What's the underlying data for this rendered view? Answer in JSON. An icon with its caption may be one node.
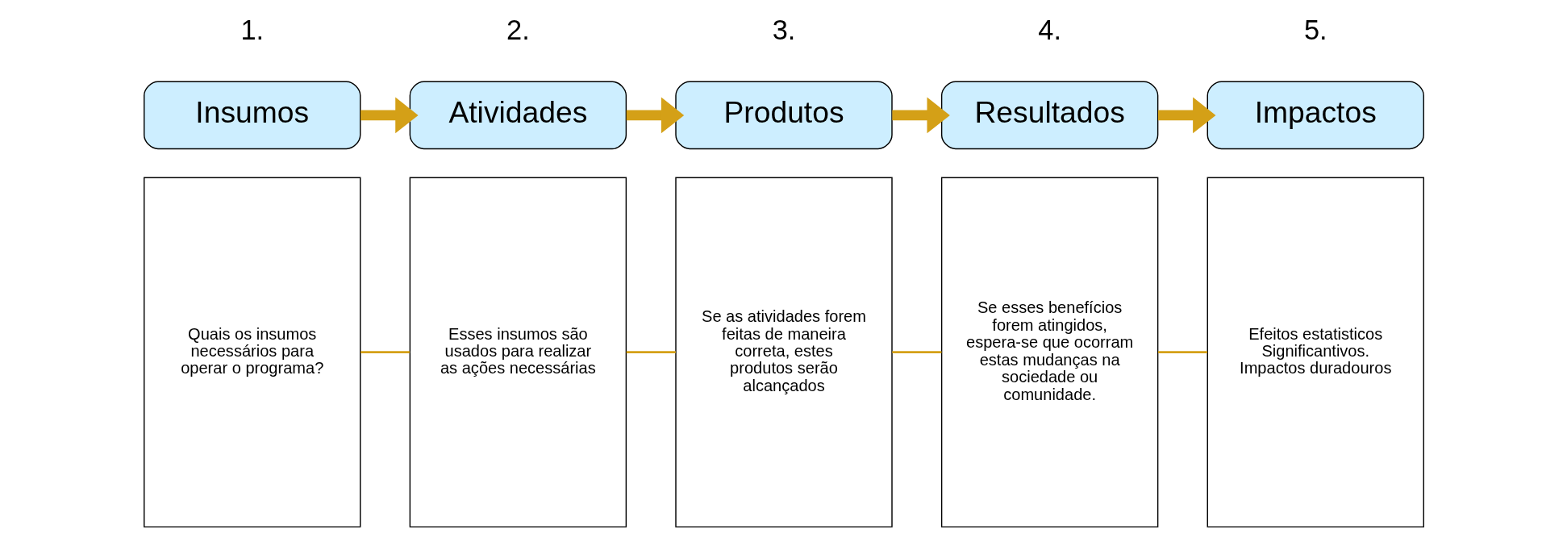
{
  "diagram": {
    "nodes": [
      {
        "text": [
          "Insumos"
        ]
      },
      {
        "text": [
          "Atividades"
        ]
      },
      {
        "text": [
          "Produtos"
        ]
      },
      {
        "text": [
          "Resultados"
        ]
      },
      {
        "text": [
          "Impactos"
        ]
      },
      {
        "text": [
          "Quais os insumos necessários para operar o programa?"
        ]
      },
      {
        "text": [
          "Esses insumos são usados para realizar as ações necessárias"
        ]
      },
      {
        "text": [
          "Se as atividades forem feitas de maneira correta, estes produtos serão alcançados"
        ]
      },
      {
        "text": [
          "Se esses benefícios forem atingidos, espera-se que ocorram estas mudanças na sociedade ou comunidade."
        ]
      },
      {
        "text": [
          "Efeitos estatisticos Significantivos. Impactos duradouros"
        ]
      }
    ],
    "edges": [
      {
        "from": 0,
        "to": 1,
        "arrow": "to",
        "style": "thick"
      },
      {
        "from": 1,
        "to": 2,
        "arrow": "to",
        "style": "thick"
      },
      {
        "from": 2,
        "to": 3,
        "arrow": "to",
        "style": "thick"
      },
      {
        "from": 3,
        "to": 4,
        "arrow": "to",
        "style": "thick"
      },
      {
        "from": 5,
        "to": 6,
        "arrow": "none"
      },
      {
        "from": 6,
        "to": 7,
        "arrow": "none"
      },
      {
        "from": 7,
        "to": 8,
        "arrow": "none"
      },
      {
        "from": 8,
        "to": 9,
        "arrow": "none"
      }
    ],
    "labels": [
      "1.",
      "2.",
      "3.",
      "4.",
      "5."
    ]
  }
}
